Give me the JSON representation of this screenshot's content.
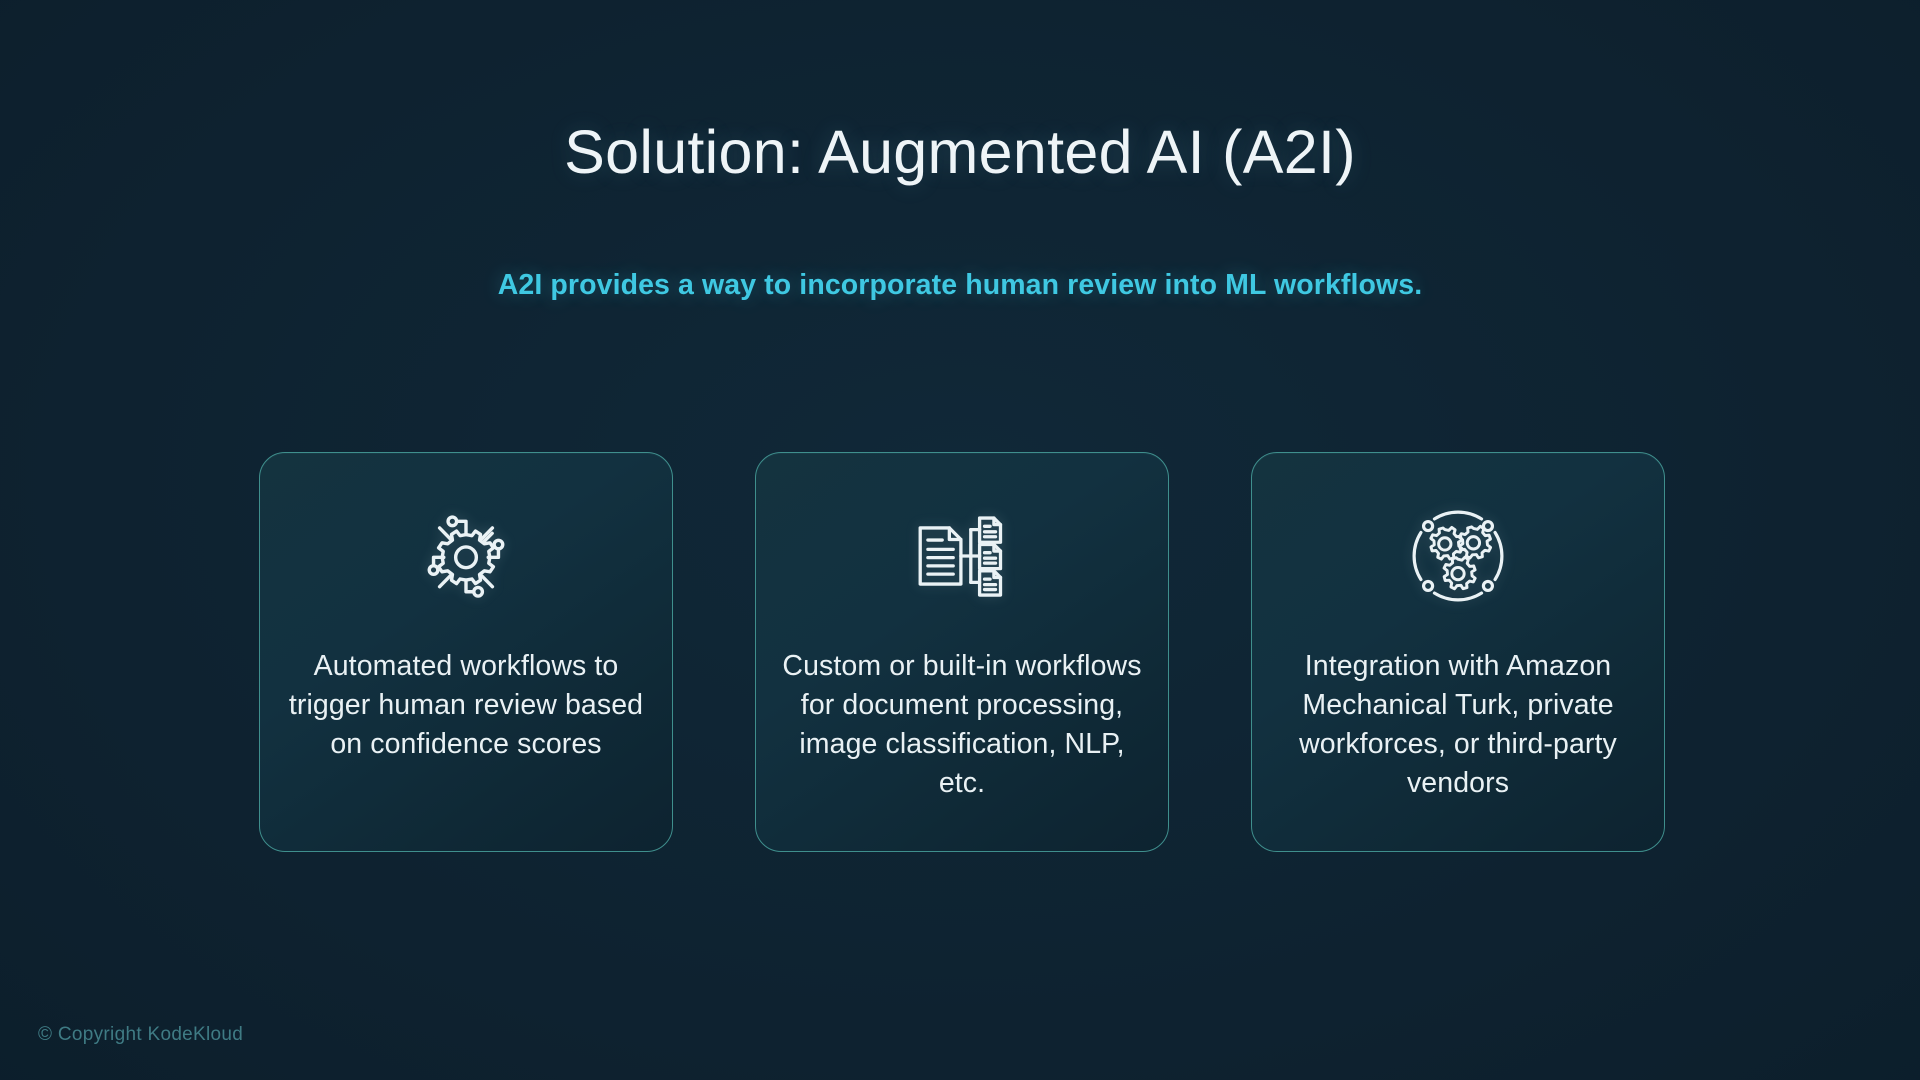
{
  "slide": {
    "title": "Solution: Augmented AI (A2I)",
    "subtitle": "A2I provides a way to incorporate human review into ML workflows.",
    "background_color": "#0e2230",
    "title_color": "#eef4f7",
    "subtitle_color": "#3fc8e2",
    "card_border_color": "#3f8f8d",
    "card_text_color": "#e9f1f4"
  },
  "cards": [
    {
      "icon": "gear-circuit-icon",
      "text": "Automated workflows to trigger human review based on confidence scores"
    },
    {
      "icon": "document-workflow-icon",
      "text": "Custom or built-in workflows for document processing, image classification, NLP, etc."
    },
    {
      "icon": "gears-orbit-icon",
      "text": "Integration with Amazon Mechanical Turk, private workforces, or third-party vendors"
    }
  ],
  "footer": {
    "copyright": "© Copyright KodeKloud",
    "color": "#3f7b84"
  }
}
